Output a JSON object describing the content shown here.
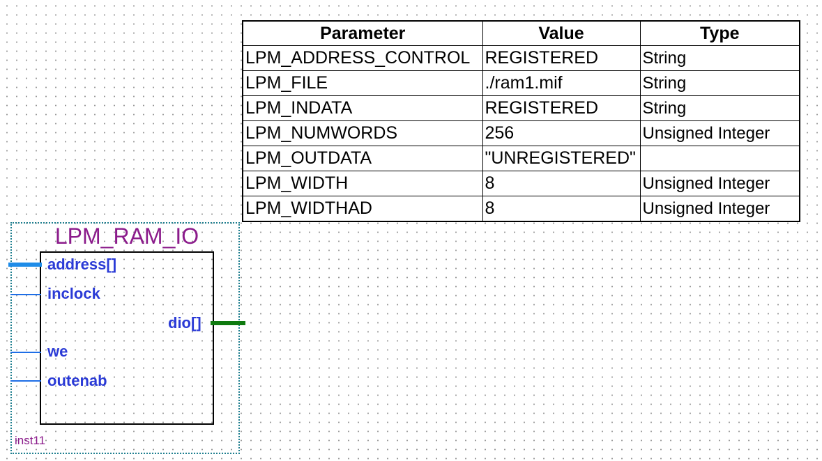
{
  "parameter_table": {
    "headers": [
      "Parameter",
      "Value",
      "Type"
    ],
    "rows": [
      {
        "parameter": "LPM_ADDRESS_CONTROL",
        "value": "REGISTERED",
        "type": "String"
      },
      {
        "parameter": "LPM_FILE",
        "value": "./ram1.mif",
        "type": "String"
      },
      {
        "parameter": "LPM_INDATA",
        "value": "REGISTERED",
        "type": "String"
      },
      {
        "parameter": "LPM_NUMWORDS",
        "value": "256",
        "type": "Unsigned Integer"
      },
      {
        "parameter": "LPM_OUTDATA",
        "value": "\"UNREGISTERED\"",
        "type": ""
      },
      {
        "parameter": "LPM_WIDTH",
        "value": "8",
        "type": "Unsigned Integer"
      },
      {
        "parameter": "LPM_WIDTHAD",
        "value": "8",
        "type": "Unsigned Integer"
      }
    ]
  },
  "symbol": {
    "name": "LPM_RAM_IO",
    "instance": "inst11",
    "pins": {
      "address": "address[]",
      "inclock": "inclock",
      "dio": "dio[]",
      "we": "we",
      "outenab": "outenab"
    }
  },
  "colors": {
    "bus_input": "#1e8ce8",
    "wire": "#1e6ee6",
    "bus_output": "#0f7a0f",
    "title": "#8b1b8b",
    "pin_text": "#2a3ad6",
    "frame": "#1f7f8f"
  }
}
